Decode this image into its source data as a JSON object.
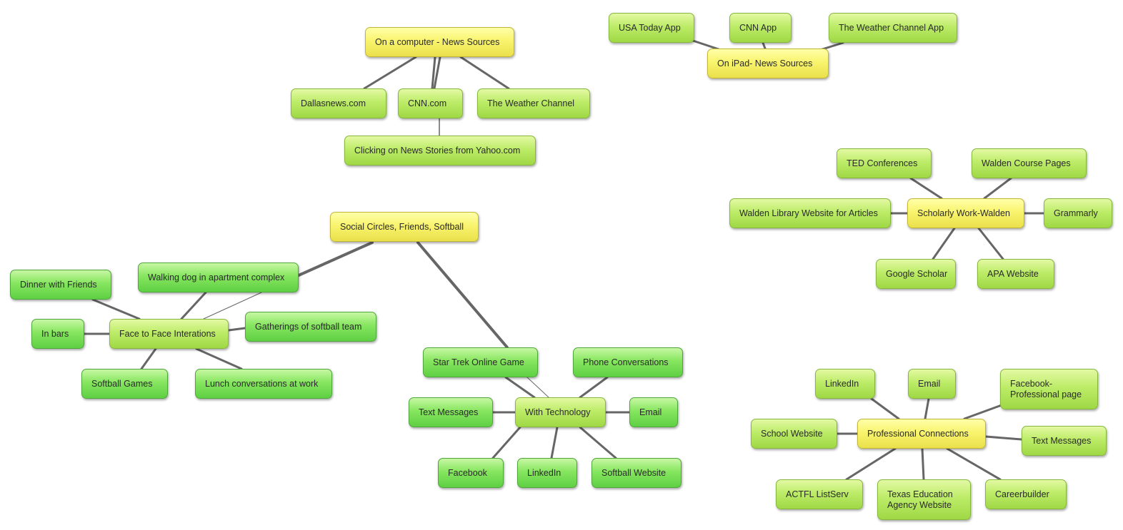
{
  "nodes": {
    "computer_news": "On a computer - News Sources",
    "dallasnews": "Dallasnews.com",
    "cnn_com": "CNN.com",
    "weather_channel": "The Weather Channel",
    "yahoo": "Clicking on News Stories from Yahoo.com",
    "ipad_news": "On iPad- News Sources",
    "usa_today": "USA Today App",
    "cnn_app": "CNN App",
    "weather_app": "The Weather Channel App",
    "scholarly": "Scholarly Work-Walden",
    "ted": "TED Conferences",
    "walden_course": "Walden Course Pages",
    "walden_library": "Walden Library Website for Articles",
    "grammarly": "Grammarly",
    "google_scholar": "Google Scholar",
    "apa": "APA Website",
    "social": "Social Circles, Friends, Softball",
    "face_to_face": "Face to Face Interations",
    "walking_dog": "Walking dog in apartment complex",
    "dinner": "Dinner with Friends",
    "in_bars": "In bars",
    "gatherings": "Gatherings of softball team",
    "softball_games": "Softball Games",
    "lunch": "Lunch conversations at work",
    "with_tech": "With Technology",
    "star_trek": "Star Trek Online Game",
    "phone": "Phone Conversations",
    "text_messages": "Text Messages",
    "email": "Email",
    "facebook": "Facebook",
    "linkedin": "LinkedIn",
    "softball_website": "Softball Website",
    "professional": "Professional Connections",
    "pro_linkedin": "LinkedIn",
    "pro_email": "Email",
    "fb_pro": "Facebook-Professional page",
    "school_website": "School Website",
    "pro_text": "Text Messages",
    "actfl": "ACTFL ListServ",
    "tea": "Texas Education Agency Website",
    "careerbuilder": "Careerbuilder"
  },
  "colors": {
    "central_node": "#f9f46e",
    "sub_hub_node": "#bdec68",
    "leaf_node": "#86e65f",
    "connector": "#666666"
  }
}
